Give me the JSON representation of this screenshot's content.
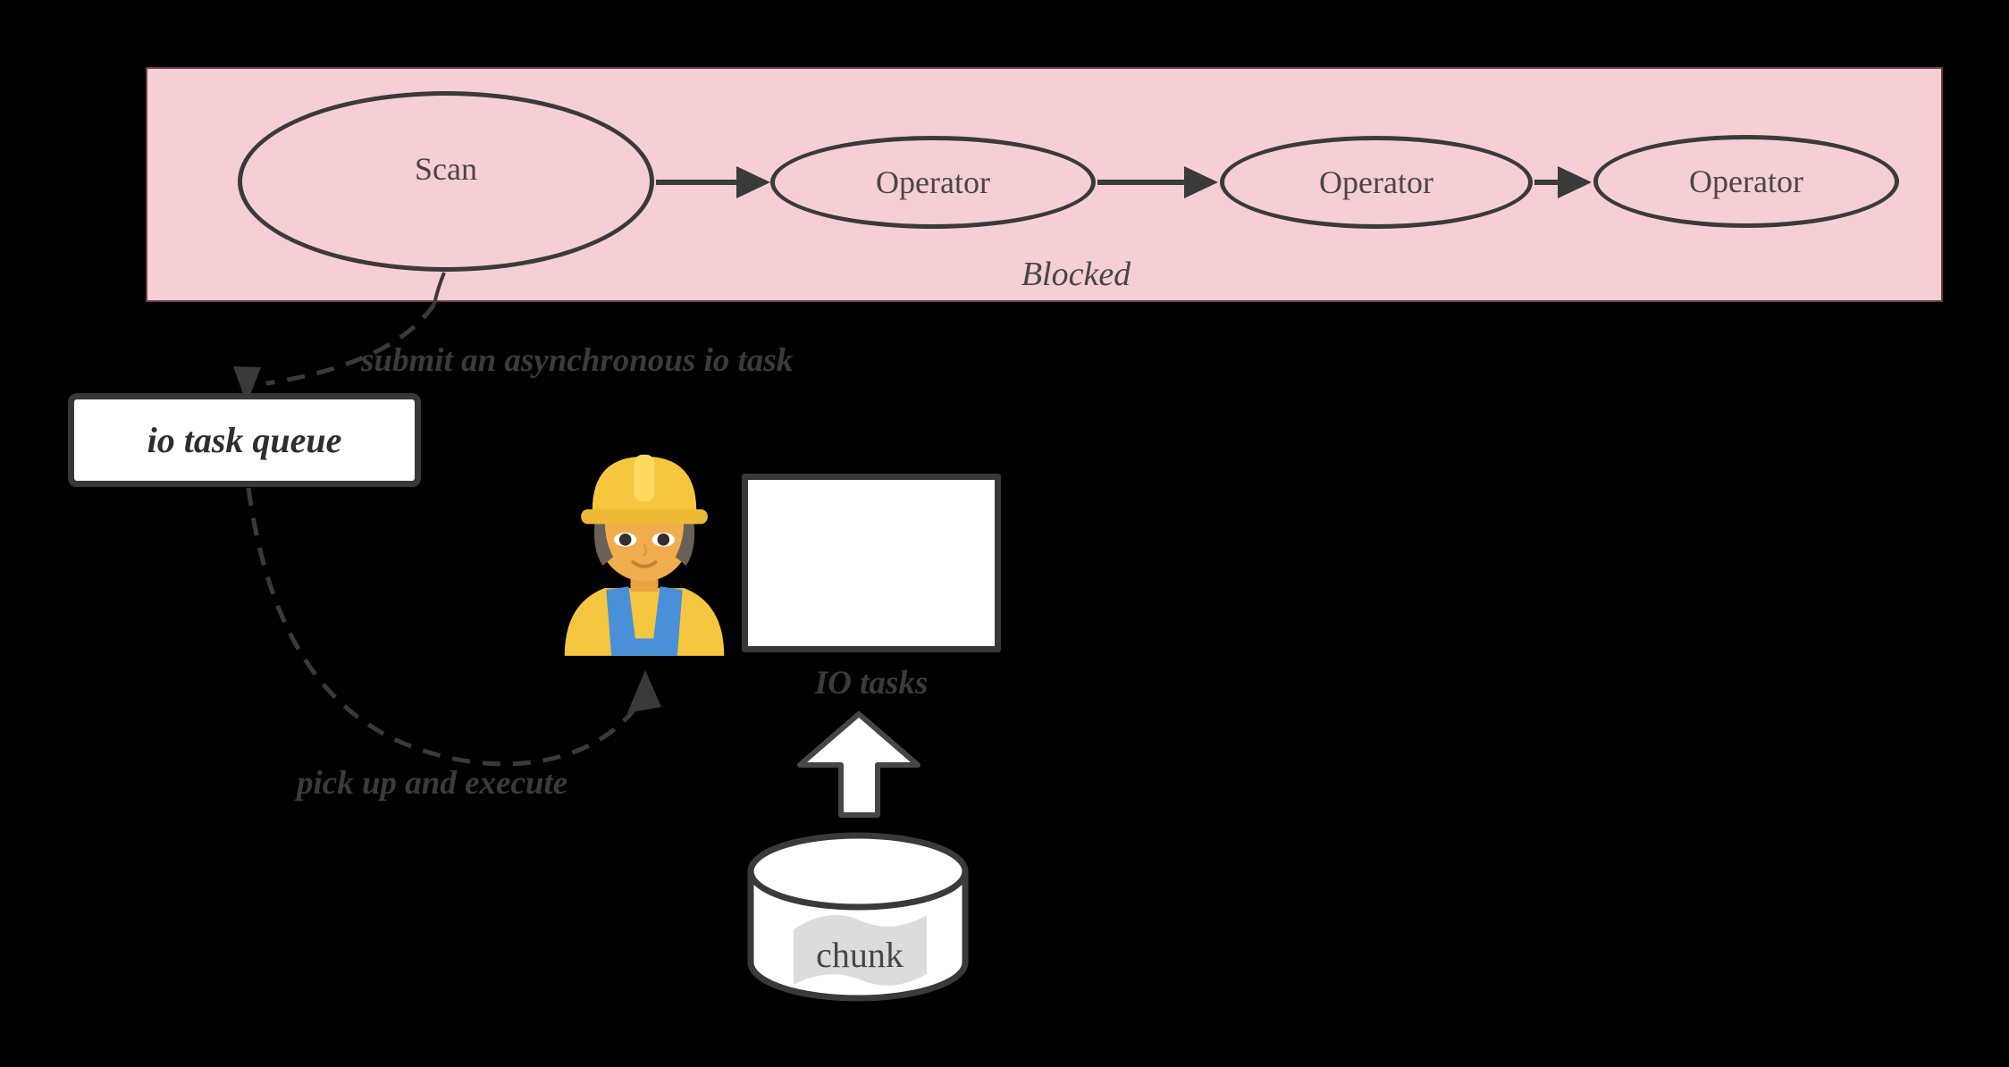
{
  "diagram": {
    "background": "#000000",
    "pipeline": {
      "fill": "#f5cfd4",
      "border_color": "#6e3a41",
      "status_label": "Blocked",
      "nodes": [
        {
          "label": "Scan"
        },
        {
          "label": "Operator"
        },
        {
          "label": "Operator"
        },
        {
          "label": "Operator"
        }
      ]
    },
    "edges": {
      "submit_label": "submit an asynchronous io task",
      "pickup_label": "pick up and execute"
    },
    "io_queue": {
      "label": "io task queue"
    },
    "io_tasks": {
      "label": "IO tasks"
    },
    "worker": {
      "icon": "construction-worker"
    },
    "datastore": {
      "label": "chunk"
    },
    "colors": {
      "stroke": "#3a3a3a",
      "node_text": "#4a4648",
      "annotation_text": "#3b3b3b",
      "shape_fill": "#ffffff",
      "band_fill": "#dcdcdc",
      "hat_yellow": "#f6c73e",
      "overalls_blue": "#4a90d9",
      "skin": "#f1ae4e"
    }
  }
}
